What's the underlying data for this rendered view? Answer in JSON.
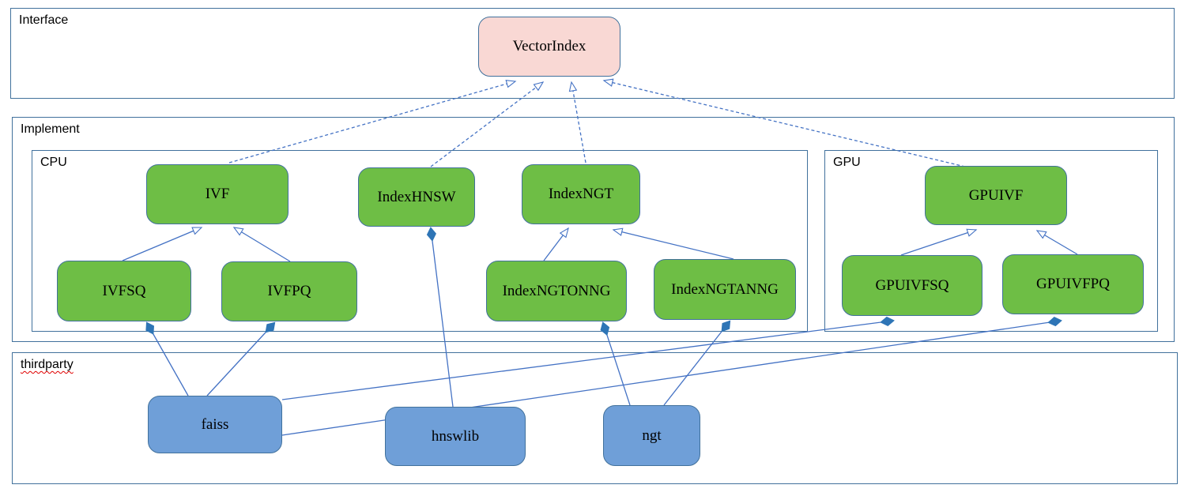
{
  "diagram": {
    "type": "class-architecture-diagram",
    "containers": {
      "interface": {
        "label": "Interface"
      },
      "implement": {
        "label": "Implement"
      },
      "cpu": {
        "label": "CPU"
      },
      "gpu": {
        "label": "GPU"
      },
      "thirdparty": {
        "label": "thirdparty"
      }
    },
    "nodes": {
      "vectorindex": {
        "label": "VectorIndex",
        "container": "interface",
        "kind": "interface"
      },
      "ivf": {
        "label": "IVF",
        "container": "cpu",
        "kind": "class"
      },
      "indexhnsw": {
        "label": "IndexHNSW",
        "container": "cpu",
        "kind": "class"
      },
      "indexngt": {
        "label": "IndexNGT",
        "container": "cpu",
        "kind": "class"
      },
      "ivfsq": {
        "label": "IVFSQ",
        "container": "cpu",
        "kind": "class"
      },
      "ivfpq": {
        "label": "IVFPQ",
        "container": "cpu",
        "kind": "class"
      },
      "indexngtonng": {
        "label": "IndexNGTONNG",
        "container": "cpu",
        "kind": "class"
      },
      "indexngtanng": {
        "label": "IndexNGTANNG",
        "container": "cpu",
        "kind": "class"
      },
      "gpuivf": {
        "label": "GPUIVF",
        "container": "gpu",
        "kind": "class"
      },
      "gpuivfsq": {
        "label": "GPUIVFSQ",
        "container": "gpu",
        "kind": "class"
      },
      "gpuivfpq": {
        "label": "GPUIVFPQ",
        "container": "gpu",
        "kind": "class"
      },
      "faiss": {
        "label": "faiss",
        "container": "thirdparty",
        "kind": "library"
      },
      "hnswlib": {
        "label": "hnswlib",
        "container": "thirdparty",
        "kind": "library"
      },
      "ngt": {
        "label": "ngt",
        "container": "thirdparty",
        "kind": "library"
      }
    },
    "relationships": [
      {
        "from": "ivf",
        "to": "vectorindex",
        "type": "generalization",
        "line": "dashed"
      },
      {
        "from": "indexhnsw",
        "to": "vectorindex",
        "type": "generalization",
        "line": "dashed"
      },
      {
        "from": "indexngt",
        "to": "vectorindex",
        "type": "generalization",
        "line": "dashed"
      },
      {
        "from": "gpuivf",
        "to": "vectorindex",
        "type": "generalization",
        "line": "dashed"
      },
      {
        "from": "ivfsq",
        "to": "ivf",
        "type": "generalization",
        "line": "solid"
      },
      {
        "from": "ivfpq",
        "to": "ivf",
        "type": "generalization",
        "line": "solid"
      },
      {
        "from": "indexngtonng",
        "to": "indexngt",
        "type": "generalization",
        "line": "solid"
      },
      {
        "from": "indexngtanng",
        "to": "indexngt",
        "type": "generalization",
        "line": "solid"
      },
      {
        "from": "gpuivfsq",
        "to": "gpuivf",
        "type": "generalization",
        "line": "solid"
      },
      {
        "from": "gpuivfpq",
        "to": "gpuivf",
        "type": "generalization",
        "line": "solid"
      },
      {
        "from": "faiss",
        "to": "ivfsq",
        "type": "composition",
        "line": "solid"
      },
      {
        "from": "faiss",
        "to": "ivfpq",
        "type": "composition",
        "line": "solid"
      },
      {
        "from": "faiss",
        "to": "gpuivfsq",
        "type": "composition",
        "line": "solid"
      },
      {
        "from": "faiss",
        "to": "gpuivfpq",
        "type": "composition",
        "line": "solid"
      },
      {
        "from": "hnswlib",
        "to": "indexhnsw",
        "type": "composition",
        "line": "solid"
      },
      {
        "from": "ngt",
        "to": "indexngtonng",
        "type": "composition",
        "line": "solid"
      },
      {
        "from": "ngt",
        "to": "indexngtanng",
        "type": "composition",
        "line": "solid"
      }
    ],
    "colors": {
      "interface_node_fill": "#F9D8D4",
      "class_node_fill": "#6EBE45",
      "library_node_fill": "#6F9FD8",
      "node_border": "#41719C",
      "container_border": "#41719C",
      "connector": "#4472C4",
      "text": "#000000",
      "spellcheck_underline": "#E00000"
    }
  }
}
